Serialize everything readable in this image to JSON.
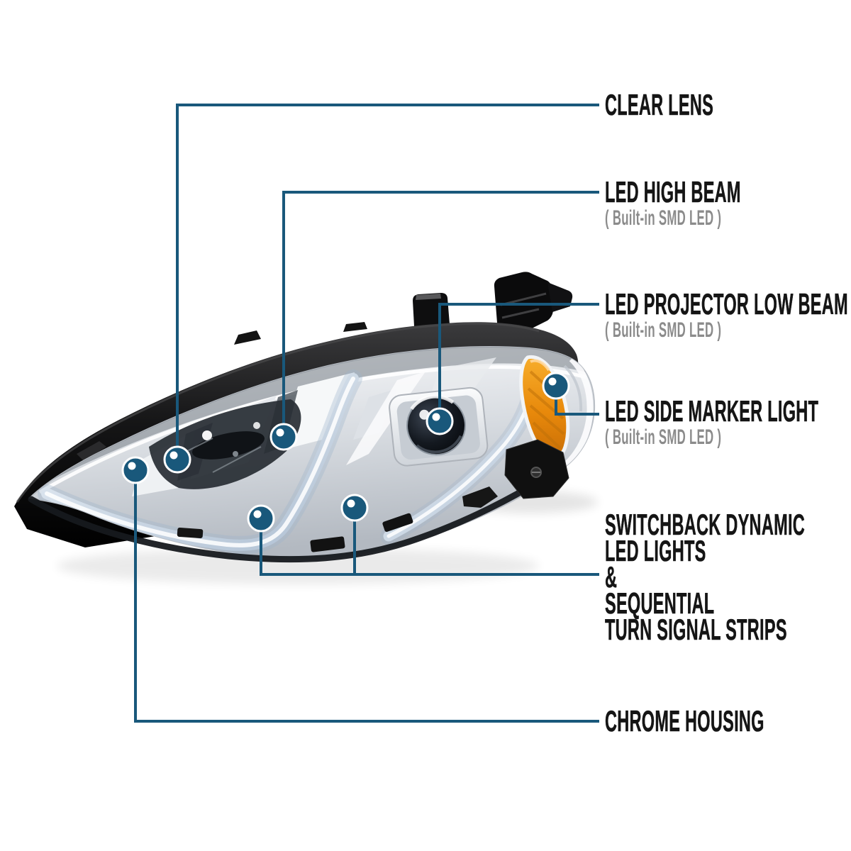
{
  "colors": {
    "background": "#FFFFFF",
    "accent_blue": "#19587B",
    "label_text": "#151515",
    "sublabel_text": "#8B8B8B",
    "amber_marker": "#E8890B",
    "chrome_body": "#E9EBEE",
    "housing_black": "#121212",
    "drl_strip": "#C5D2E0"
  },
  "callouts": {
    "clear_lens": {
      "title": "CLEAR LENS"
    },
    "led_high_beam": {
      "title": "LED HIGH BEAM",
      "subtitle": "( Built-in SMD LED )"
    },
    "led_projector_low_beam": {
      "title": "LED PROJECTOR LOW BEAM",
      "subtitle": "( Built-in SMD LED )"
    },
    "led_side_marker_light": {
      "title": "LED SIDE MARKER LIGHT",
      "subtitle": "( Built-in SMD LED )"
    },
    "switchback": {
      "lines": [
        "SWITCHBACK DYNAMIC",
        "LED LIGHTS",
        "&",
        "SEQUENTIAL",
        "TURN SIGNAL STRIPS"
      ]
    },
    "chrome_housing": {
      "title": "CHROME HOUSING"
    }
  }
}
